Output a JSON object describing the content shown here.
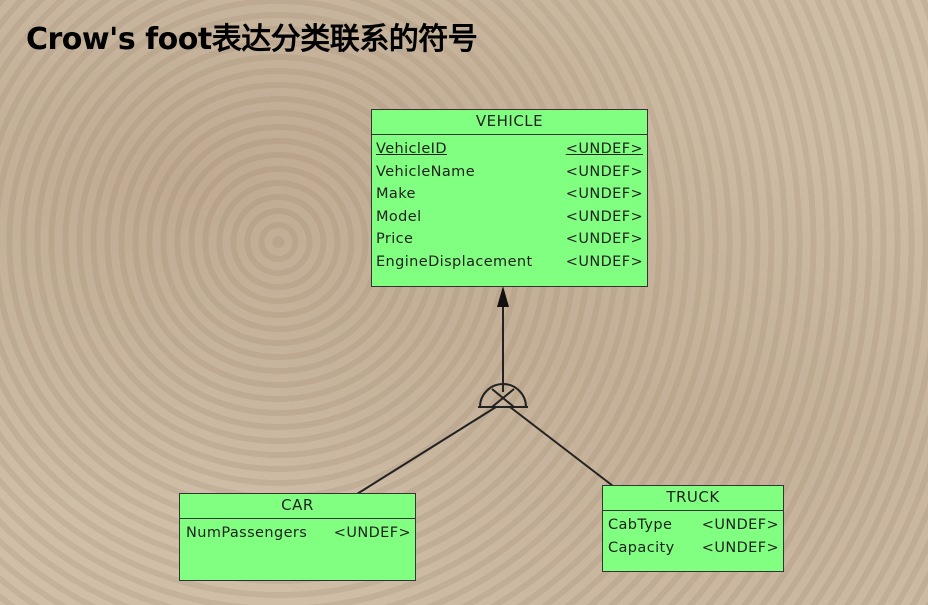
{
  "title": "Crow's foot表达分类联系的符号",
  "entities": {
    "vehicle": {
      "name": "VEHICLE",
      "attributes": [
        {
          "name": "VehicleID",
          "type": "<UNDEF>",
          "key": true
        },
        {
          "name": "VehicleName",
          "type": "<UNDEF>",
          "key": false
        },
        {
          "name": "Make",
          "type": "<UNDEF>",
          "key": false
        },
        {
          "name": "Model",
          "type": "<UNDEF>",
          "key": false
        },
        {
          "name": "Price",
          "type": "<UNDEF>",
          "key": false
        },
        {
          "name": "EngineDisplacement",
          "type": "<UNDEF>",
          "key": false
        }
      ]
    },
    "car": {
      "name": "CAR",
      "attributes": [
        {
          "name": "NumPassengers",
          "type": "<UNDEF>",
          "key": false
        }
      ]
    },
    "truck": {
      "name": "TRUCK",
      "attributes": [
        {
          "name": "CabType",
          "type": "<UNDEF>",
          "key": false
        },
        {
          "name": "Capacity",
          "type": "<UNDEF>",
          "key": false
        }
      ]
    }
  },
  "relationship": {
    "type": "subtype-category",
    "symbol": "exclusive-category-half-circle-with-x",
    "supertype": "vehicle",
    "subtypes": [
      "car",
      "truck"
    ]
  },
  "colors": {
    "entity_fill": "#80ff80",
    "entity_border": "#333333",
    "line": "#222222"
  }
}
